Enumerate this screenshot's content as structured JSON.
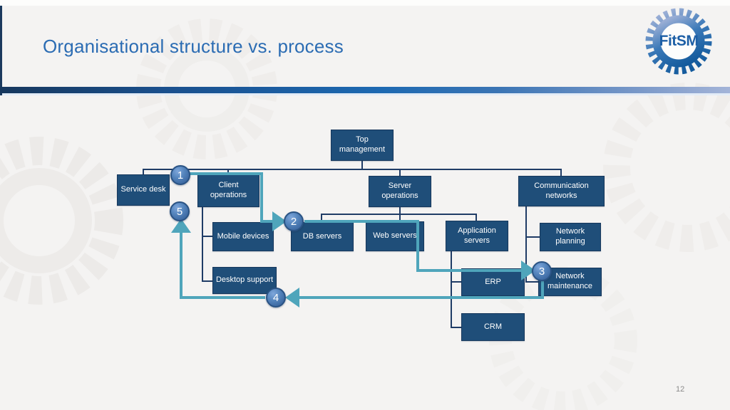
{
  "slide": {
    "title": "Organisational structure vs. process",
    "page_number": "12",
    "logo_text": "FitSM"
  },
  "colors": {
    "title_blue": "#2B6CB3",
    "box_fill": "#1F4E79",
    "box_border": "#16375C",
    "connector_dark": "#1F3C66",
    "process_teal": "#4FA5BB",
    "step_circle_fill": "#44719F",
    "step_circle_border": "#2A5384",
    "divider_left": "#16375D",
    "divider_mid": "#1D69B2",
    "divider_right": "#A3B4D8",
    "background": "#F4F3F2"
  },
  "diagram": {
    "nodes": [
      {
        "id": "top-management",
        "label": "Top management"
      },
      {
        "id": "service-desk",
        "label": "Service desk"
      },
      {
        "id": "client-operations",
        "label": "Client operations"
      },
      {
        "id": "server-operations",
        "label": "Server operations"
      },
      {
        "id": "communication-networks",
        "label": "Communication networks"
      },
      {
        "id": "mobile-devices",
        "label": "Mobile devices"
      },
      {
        "id": "db-servers",
        "label": "DB servers"
      },
      {
        "id": "web-servers",
        "label": "Web servers"
      },
      {
        "id": "application-servers",
        "label": "Application servers"
      },
      {
        "id": "network-planning",
        "label": "Network planning"
      },
      {
        "id": "desktop-support",
        "label": "Desktop support"
      },
      {
        "id": "erp",
        "label": "ERP"
      },
      {
        "id": "network-maintenance",
        "label": "Network maintenance"
      },
      {
        "id": "crm",
        "label": "CRM"
      }
    ],
    "steps": [
      "1",
      "2",
      "3",
      "4",
      "5"
    ]
  }
}
